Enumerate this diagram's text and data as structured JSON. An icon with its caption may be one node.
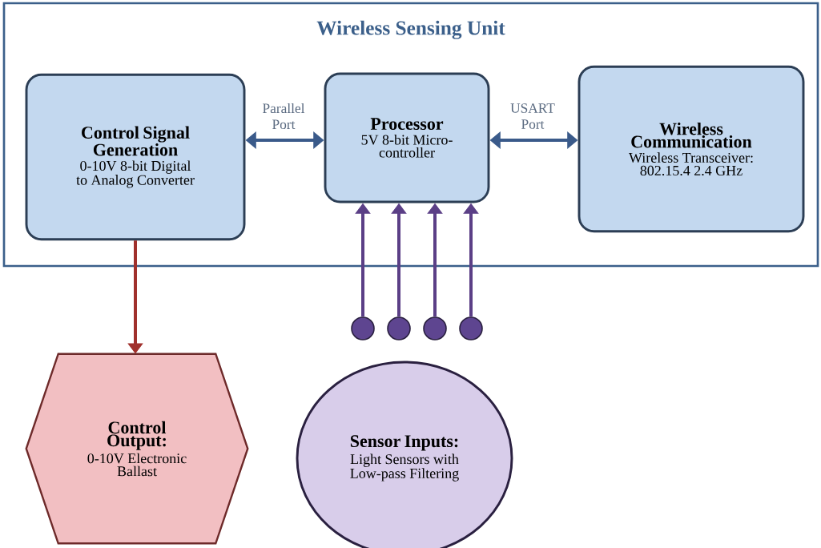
{
  "diagram": {
    "nodes": [
      {
        "text": [
          "Wireless Sensing Unit"
        ]
      },
      {
        "text": [
          "Control Signal Generation",
          "0-10V 8-bit Digital to Analog Converter"
        ],
        "in": 0
      },
      {
        "text": [
          "Processor",
          "5V 8-bit Micro-controller"
        ],
        "in": 0
      },
      {
        "text": [
          "Wireless Communication",
          "Wireless Transceiver: 802.15.4 2.4 GHz"
        ],
        "in": 0
      },
      {
        "text": [
          "Control Output:",
          "0-10V Electronic Ballast"
        ]
      },
      {
        "text": [],
        "shape": "circle"
      },
      {
        "text": [],
        "shape": "circle"
      },
      {
        "text": [],
        "shape": "circle"
      },
      {
        "text": [],
        "shape": "circle"
      },
      {
        "text": [
          "Sensor Inputs:",
          "Light Sensors with Low-pass Filtering"
        ]
      }
    ],
    "edges": [
      {
        "from": 1,
        "to": 2,
        "arrow": "both",
        "label": "Parallel Port"
      },
      {
        "from": 2,
        "to": 3,
        "arrow": "both",
        "label": "USART Port"
      },
      {
        "from": 1,
        "to": 4,
        "arrow": "to",
        "color": "#a0302c"
      },
      {
        "from": 5,
        "to": 2,
        "arrow": "to",
        "color": "#5b3f86"
      },
      {
        "from": 6,
        "to": 2,
        "arrow": "to",
        "color": "#5b3f86"
      },
      {
        "from": 7,
        "to": 2,
        "arrow": "to",
        "color": "#5b3f86"
      },
      {
        "from": 8,
        "to": 2,
        "arrow": "to",
        "color": "#5b3f86"
      }
    ]
  }
}
